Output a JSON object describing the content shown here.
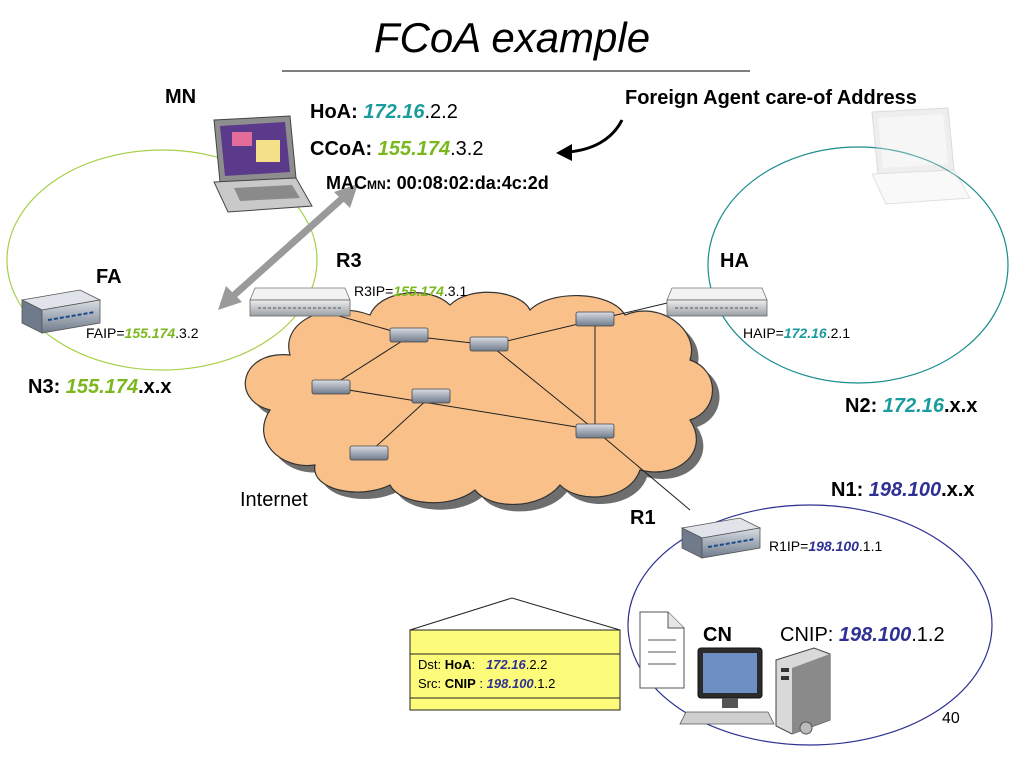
{
  "slide": {
    "title": "FCoA example",
    "page_number": "40"
  },
  "colors": {
    "n3_prefix": "#7ab81e",
    "n2_prefix": "#1a9c9c",
    "n1_prefix": "#2e3192",
    "cloud_fill": "#f9c189",
    "cloud_stroke": "#333333",
    "packet_fill": "#fdfc7a",
    "n3_ring": "#a7d04a",
    "n2_ring": "#1a8c8c",
    "n1_ring": "#2e3192"
  },
  "mn": {
    "label": "MN",
    "hoa_label": "HoA:",
    "hoa_prefix": "172.16",
    "hoa_suffix": ".2.2",
    "ccoa_label": "CCoA:",
    "ccoa_prefix": "155.174",
    "ccoa_suffix": ".3.2",
    "mac_label": "MAC",
    "mac_sub": "MN",
    "mac_value": ": 00:08:02:da:4c:2d"
  },
  "annotation": {
    "text": "Foreign Agent care-of Address"
  },
  "fa": {
    "label": "FA",
    "ip_label": "FAIP=",
    "ip_prefix": "155.174",
    "ip_suffix": ".3.2"
  },
  "r3": {
    "label": "R3",
    "ip_label": "R3IP=",
    "ip_prefix": "155.174",
    "ip_suffix": ".3.1"
  },
  "ha": {
    "label": "HA",
    "ip_label": "HAIP=",
    "ip_prefix": "172.16",
    "ip_suffix": ".2.1"
  },
  "r1": {
    "label": "R1",
    "ip_label": "R1IP=",
    "ip_prefix": "198.100",
    "ip_suffix": ".1.1"
  },
  "cn": {
    "label": "CN",
    "ip_label": "CNIP:",
    "ip_prefix": "198.100",
    "ip_suffix": ".1.2"
  },
  "networks": {
    "n3_label": "N3:",
    "n3_prefix": "155.174",
    "n3_suffix": ".x.x",
    "n2_label": "N2:",
    "n2_prefix": "172.16",
    "n2_suffix": ".x.x",
    "n1_label": "N1:",
    "n1_prefix": "198.100",
    "n1_suffix": ".x.x"
  },
  "internet": {
    "label": "Internet"
  },
  "packet": {
    "dst_label": "Dst:",
    "dst_key": "HoA",
    "dst_sep": ":",
    "dst_prefix": "172.16",
    "dst_suffix": ".2.2",
    "src_label": "Src:",
    "src_key": "CNIP",
    "src_sep": " :",
    "src_prefix": "198.100",
    "src_suffix": ".1.2"
  },
  "icons": [
    "laptop-icon",
    "router-icon",
    "switch-icon",
    "desktop-pc-icon",
    "document-icon",
    "cloud-icon"
  ]
}
